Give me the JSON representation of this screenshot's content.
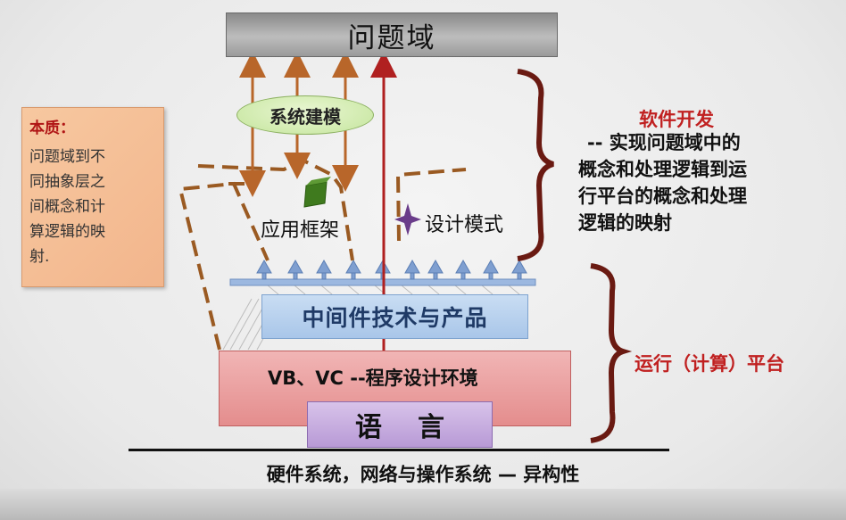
{
  "problem_domain": "问题域",
  "modeling": "系统建模",
  "framework": "应用框架",
  "design_pattern": "设计模式",
  "essence": {
    "title": "本质：",
    "lines": [
      "问题域到不",
      "同抽象层之",
      "间概念和计",
      "算逻辑的映",
      "射."
    ]
  },
  "middleware": "中间件技术与产品",
  "env": "VB、VC  --程序设计环境",
  "language": "语言",
  "bottom": "硬件系统，网络与操作系统 — 异构性",
  "software_dev": {
    "title": "软件开发",
    "lines": [
      "-- 实现问题域中的",
      "概念和处理逻辑到运",
      "行平台的概念和处理",
      "逻辑的映射"
    ]
  },
  "runtime": "运行（计算）平台",
  "colors": {
    "arrow_brown": "#b8662a",
    "arrow_red": "#b02020",
    "brace": "#6a1a12",
    "up_arrow": "#7f9fd0"
  }
}
